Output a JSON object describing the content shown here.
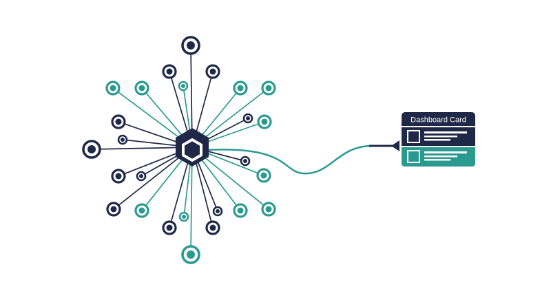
{
  "colors": {
    "navy": "#1f2847",
    "teal": "#2a9a90",
    "background": "#ffffff"
  },
  "hub": {
    "icon": "hexagon-icon"
  },
  "nodes": [
    {
      "id": "n01",
      "color": "navy",
      "size": "large"
    },
    {
      "id": "n02",
      "color": "navy",
      "size": "medium"
    },
    {
      "id": "n03",
      "color": "navy",
      "size": "medium"
    },
    {
      "id": "n04",
      "color": "teal",
      "size": "medium"
    },
    {
      "id": "n05",
      "color": "teal",
      "size": "medium"
    },
    {
      "id": "n06",
      "color": "teal",
      "size": "small"
    },
    {
      "id": "n07",
      "color": "teal",
      "size": "medium"
    },
    {
      "id": "n08",
      "color": "teal",
      "size": "medium"
    },
    {
      "id": "n09",
      "color": "navy",
      "size": "medium"
    },
    {
      "id": "n10",
      "color": "navy",
      "size": "small"
    },
    {
      "id": "n11",
      "color": "teal",
      "size": "medium"
    },
    {
      "id": "n12",
      "color": "navy",
      "size": "large"
    },
    {
      "id": "n13",
      "color": "navy",
      "size": "small"
    },
    {
      "id": "n14",
      "color": "navy",
      "size": "small"
    },
    {
      "id": "n15",
      "color": "navy",
      "size": "medium"
    },
    {
      "id": "n16",
      "color": "navy",
      "size": "small"
    },
    {
      "id": "n17",
      "color": "teal",
      "size": "medium"
    },
    {
      "id": "n18",
      "color": "navy",
      "size": "medium"
    },
    {
      "id": "n19",
      "color": "teal",
      "size": "medium"
    },
    {
      "id": "n20",
      "color": "navy",
      "size": "small"
    },
    {
      "id": "n21",
      "color": "teal",
      "size": "medium"
    },
    {
      "id": "n22",
      "color": "teal",
      "size": "medium"
    },
    {
      "id": "n23",
      "color": "navy",
      "size": "medium"
    },
    {
      "id": "n24",
      "color": "teal",
      "size": "small"
    },
    {
      "id": "n25",
      "color": "navy",
      "size": "medium"
    },
    {
      "id": "n26",
      "color": "teal",
      "size": "large"
    }
  ],
  "card": {
    "title": "Dashboard Card",
    "rows": [
      {
        "color": "navy",
        "icon": "square-icon"
      },
      {
        "color": "teal",
        "icon": "square-icon"
      }
    ]
  }
}
